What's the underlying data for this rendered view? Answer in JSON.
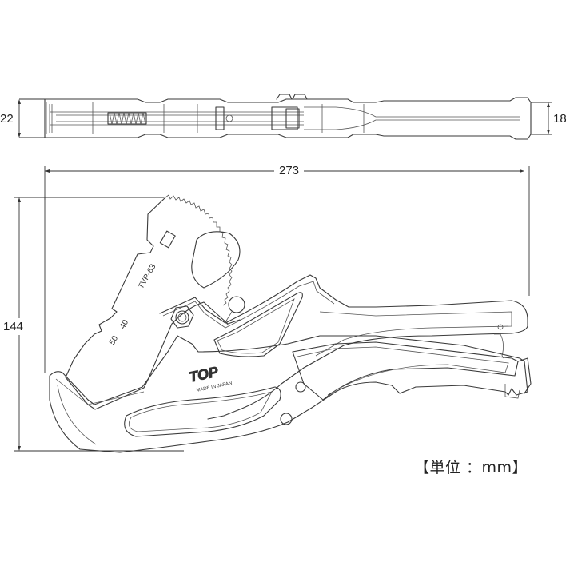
{
  "drawing": {
    "title": "Pipe cutter dimension drawing",
    "top_view": {
      "height_left_label": "22",
      "height_right_label": "18"
    },
    "side_view": {
      "length_label": "273",
      "height_label": "144",
      "blade_model": "TVP-63",
      "blade_marks": [
        "50",
        "40"
      ],
      "brand": "TOP",
      "origin": "MADE IN JAPAN"
    },
    "unit_note": "【単位 ：mm】",
    "colors": {
      "line": "#3a3a3a",
      "background": "#ffffff"
    }
  }
}
